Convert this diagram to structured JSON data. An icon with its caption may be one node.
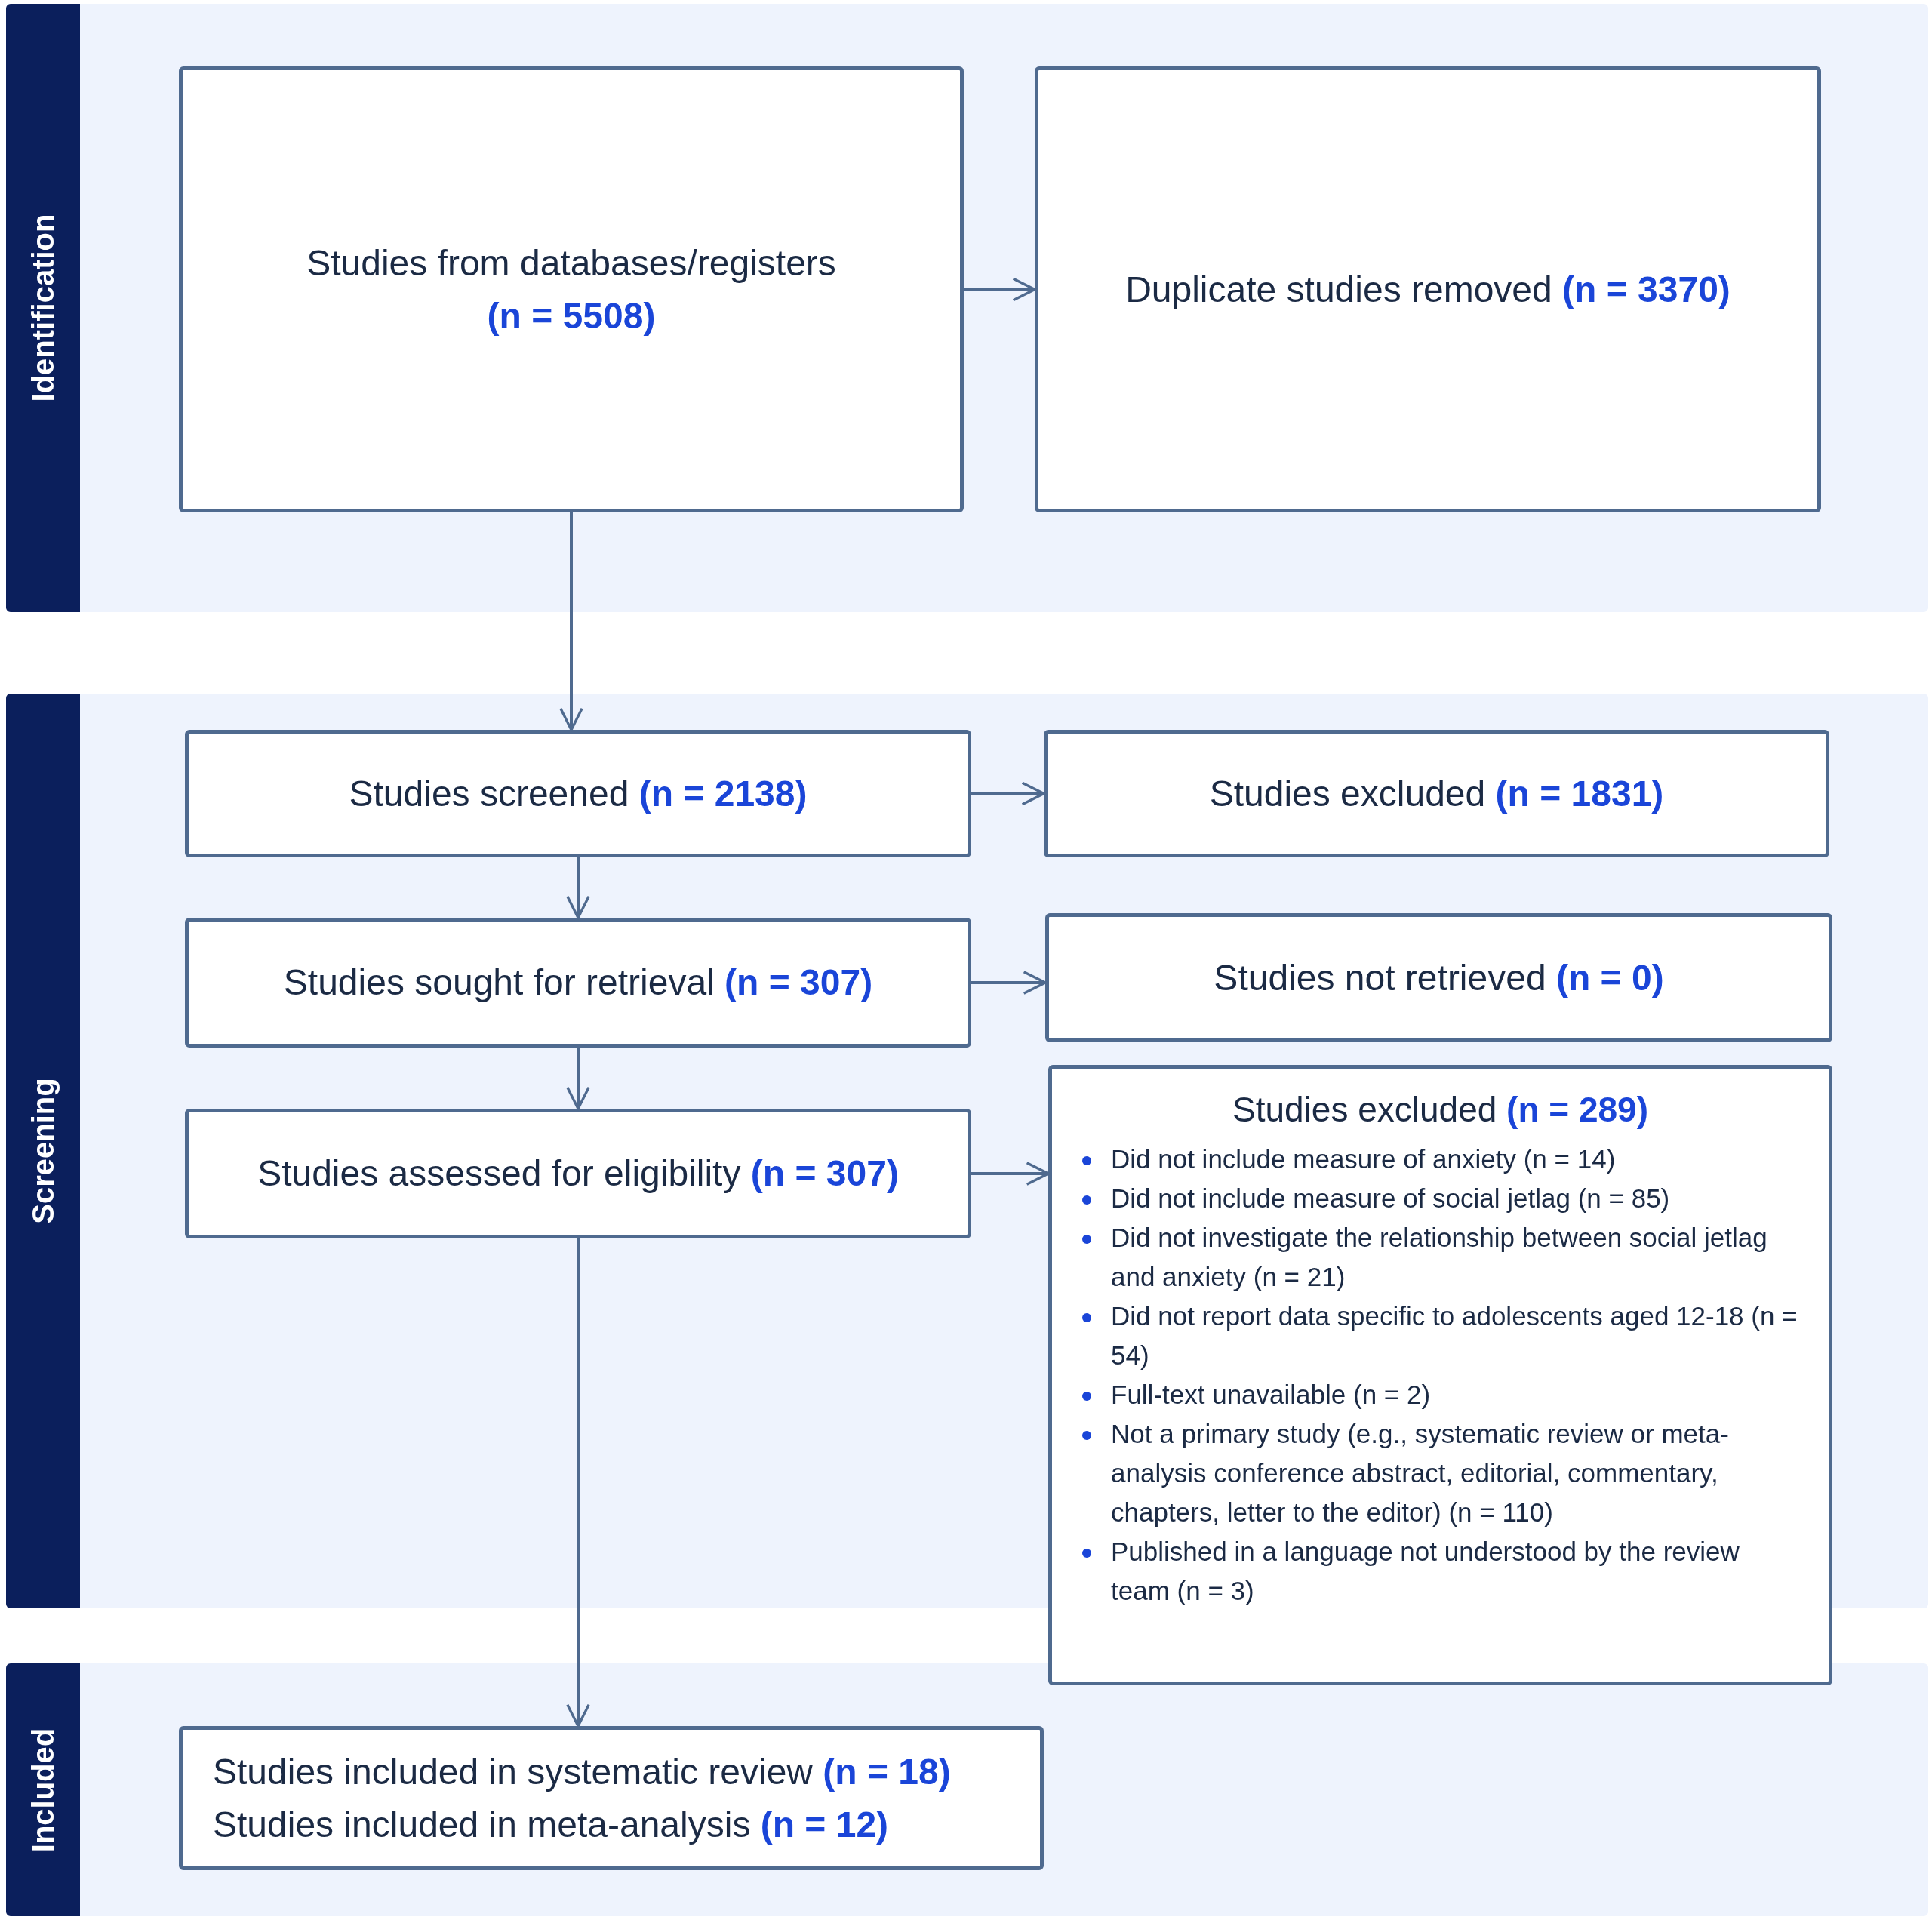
{
  "diagram": {
    "nodes": [
      {
        "text": [
          "Identification"
        ]
      },
      {
        "text": [
          "Studies from databases/registers",
          "**(n = 5508)**"
        ],
        "in": 0
      },
      {
        "text": [
          "Duplicate studies removed **(n = 3370)**"
        ],
        "in": 0
      },
      {
        "text": [
          "Screening"
        ]
      },
      {
        "text": [
          "Studies screened **(n = 2138)**"
        ],
        "in": 3
      },
      {
        "text": [
          "Studies excluded **(n = 1831)**"
        ],
        "in": 3
      },
      {
        "text": [
          "Studies sought for retrieval **(n = 307)**"
        ],
        "in": 3
      },
      {
        "text": [
          "Studies not retrieved **(n = 0)**"
        ],
        "in": 3
      },
      {
        "text": [
          "Studies assessed for eligibility **(n = 307)**"
        ],
        "in": 3
      },
      {
        "text": [
          "Studies excluded **(n = 289)**",
          "Did not include measure of anxiety (n = 14)",
          "Did not include measure of social jetlag (n = 85)",
          "Did not investigate the relationship between social jetlag and anxiety (n = 21)",
          "Did not report data specific to adolescents aged 12-18 (n = 54)",
          "Full-text unavailable (n = 2)",
          "Not a primary study (e.g., systematic review or meta-analysis conference abstract, editorial, commentary, chapters, letter to the editor) (n = 110)",
          "Published in a language not understood by the review team (n = 3)"
        ]
      },
      {
        "text": [
          "Included"
        ]
      },
      {
        "text": [
          "Studies included in systematic review **(n = 18)**",
          "Studies included in meta-analysis **(n = 12)**"
        ],
        "in": 10
      }
    ],
    "edges": [
      {
        "from": 1,
        "to": 2,
        "arrow": "to"
      },
      {
        "from": 1,
        "to": 4,
        "arrow": "to"
      },
      {
        "from": 4,
        "to": 5,
        "arrow": "to"
      },
      {
        "from": 4,
        "to": 6,
        "arrow": "to"
      },
      {
        "from": 6,
        "to": 7,
        "arrow": "to"
      },
      {
        "from": 6,
        "to": 8,
        "arrow": "to"
      },
      {
        "from": 8,
        "to": 9,
        "arrow": "to"
      },
      {
        "from": 8,
        "to": 11,
        "arrow": "to"
      }
    ]
  }
}
